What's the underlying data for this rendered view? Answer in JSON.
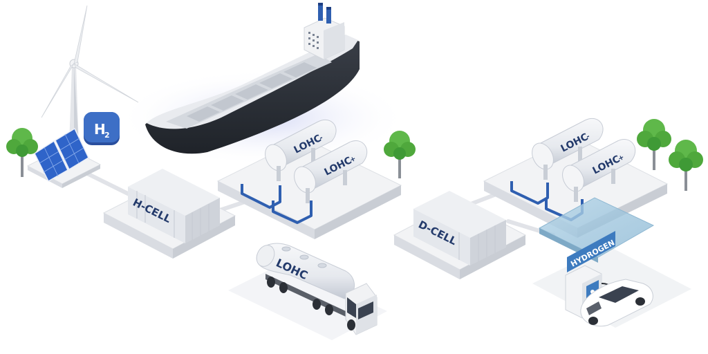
{
  "badge": {
    "h2_main": "H",
    "h2_sub": "2"
  },
  "labels": {
    "hcell": "H-CELL",
    "dcell": "D-CELL",
    "truck": "LOHC",
    "tank_left_a": "LOHC",
    "tank_left_a_sup": "-",
    "tank_left_b": "LOHC",
    "tank_left_b_sup": "+",
    "tank_right_a": "LOHC",
    "tank_right_a_sup": "-",
    "tank_right_b": "LOHC",
    "tank_right_b_sup": "+",
    "station": "HYDROGEN"
  },
  "colors": {
    "navy": "#233a6b",
    "blue_accent": "#2f5fb0",
    "platform": "#f2f3f5",
    "platform_side": "#d9dce2",
    "tank": "#eef0f4",
    "tank_shade": "#c9ced8",
    "ship_hull": "#2b2f36",
    "tree": "#5fb84a",
    "tree_dark": "#3f9a36",
    "solar": "#2f64c9",
    "canopy": "#9ec4dc"
  }
}
